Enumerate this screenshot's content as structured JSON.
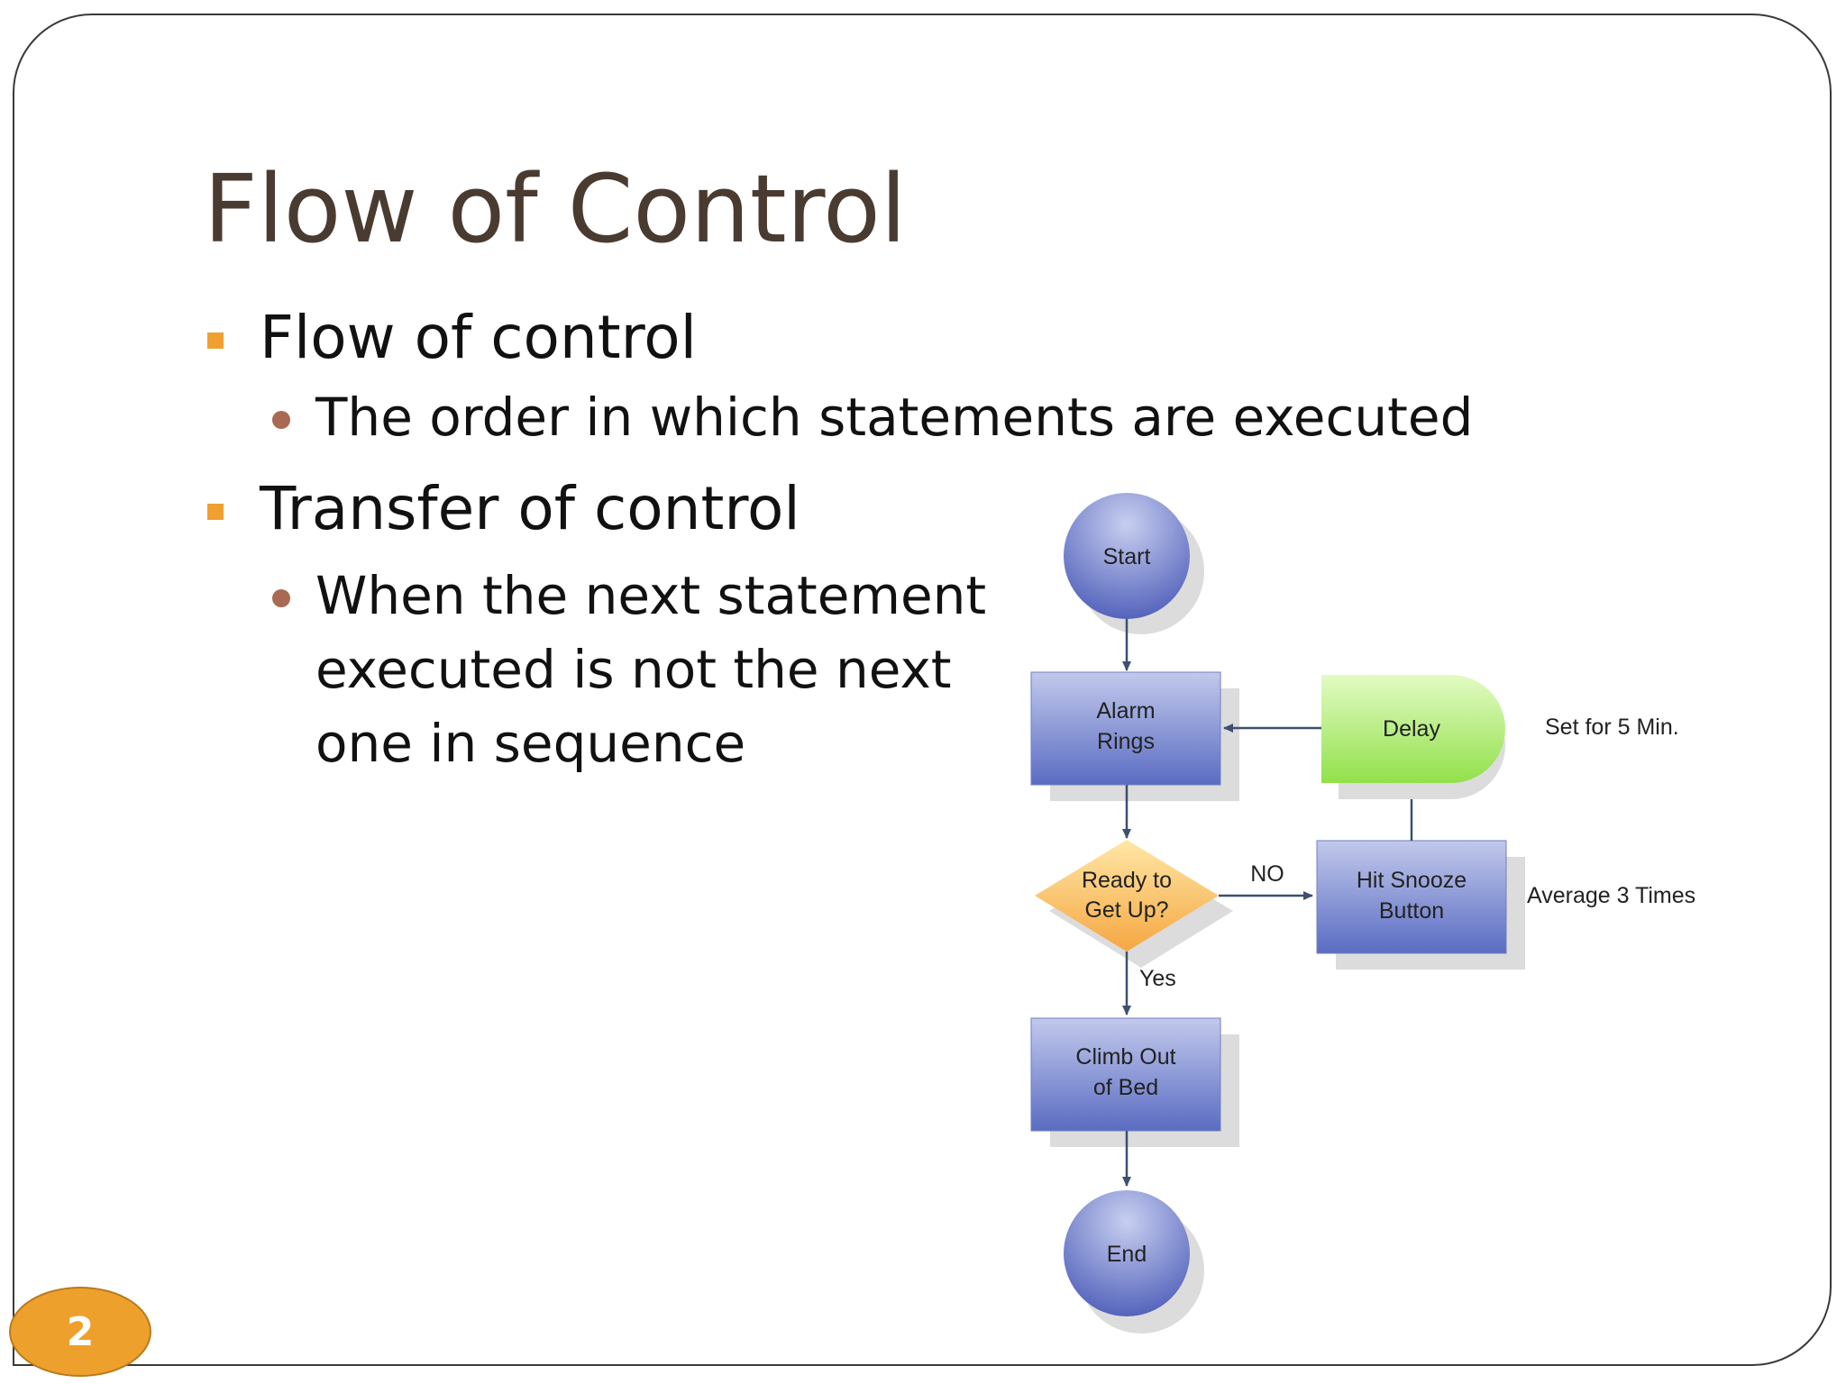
{
  "slide": {
    "title": "Flow of Control",
    "bullets": [
      {
        "text": "Flow of control",
        "sub": [
          "The order in which statements are executed"
        ]
      },
      {
        "text": "Transfer of control",
        "sub": [
          "When the next statement executed is not the next one in sequence"
        ]
      }
    ],
    "sub2_lines": [
      "When the next statement",
      "executed is not the next",
      "one in sequence"
    ],
    "page_number": "2"
  },
  "flowchart": {
    "start": "Start",
    "alarm": [
      "Alarm",
      "Rings"
    ],
    "decision": [
      "Ready to",
      "Get Up?"
    ],
    "climb": [
      "Climb Out",
      "of Bed"
    ],
    "end": "End",
    "snooze": [
      "Hit Snooze",
      "Button"
    ],
    "delay": "Delay",
    "edge_no": "NO",
    "edge_yes": "Yes",
    "note_delay": "Set for 5 Min.",
    "note_snooze": "Average 3 Times"
  },
  "colors": {
    "title": "#4a3b31",
    "bullet_square": "#f0a030",
    "bullet_dot": "#a86a52",
    "badge": "#eea02c"
  }
}
